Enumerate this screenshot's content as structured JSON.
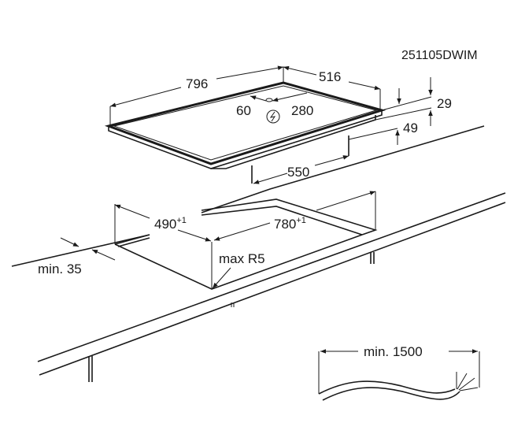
{
  "drawing_code": "251105DWIM",
  "hob": {
    "width": "796",
    "depth": "516",
    "conn_left": "60",
    "conn_right": "280",
    "thickness": "29",
    "body_depth": "49",
    "body_width": "550"
  },
  "cutout": {
    "depth": "490",
    "depth_tol": "+1",
    "width": "780",
    "width_tol": "+1",
    "front_min": "min. 35",
    "radius": "max R5"
  },
  "cable": {
    "length": "min. 1500"
  },
  "icons": {
    "power": "lightning-icon"
  }
}
